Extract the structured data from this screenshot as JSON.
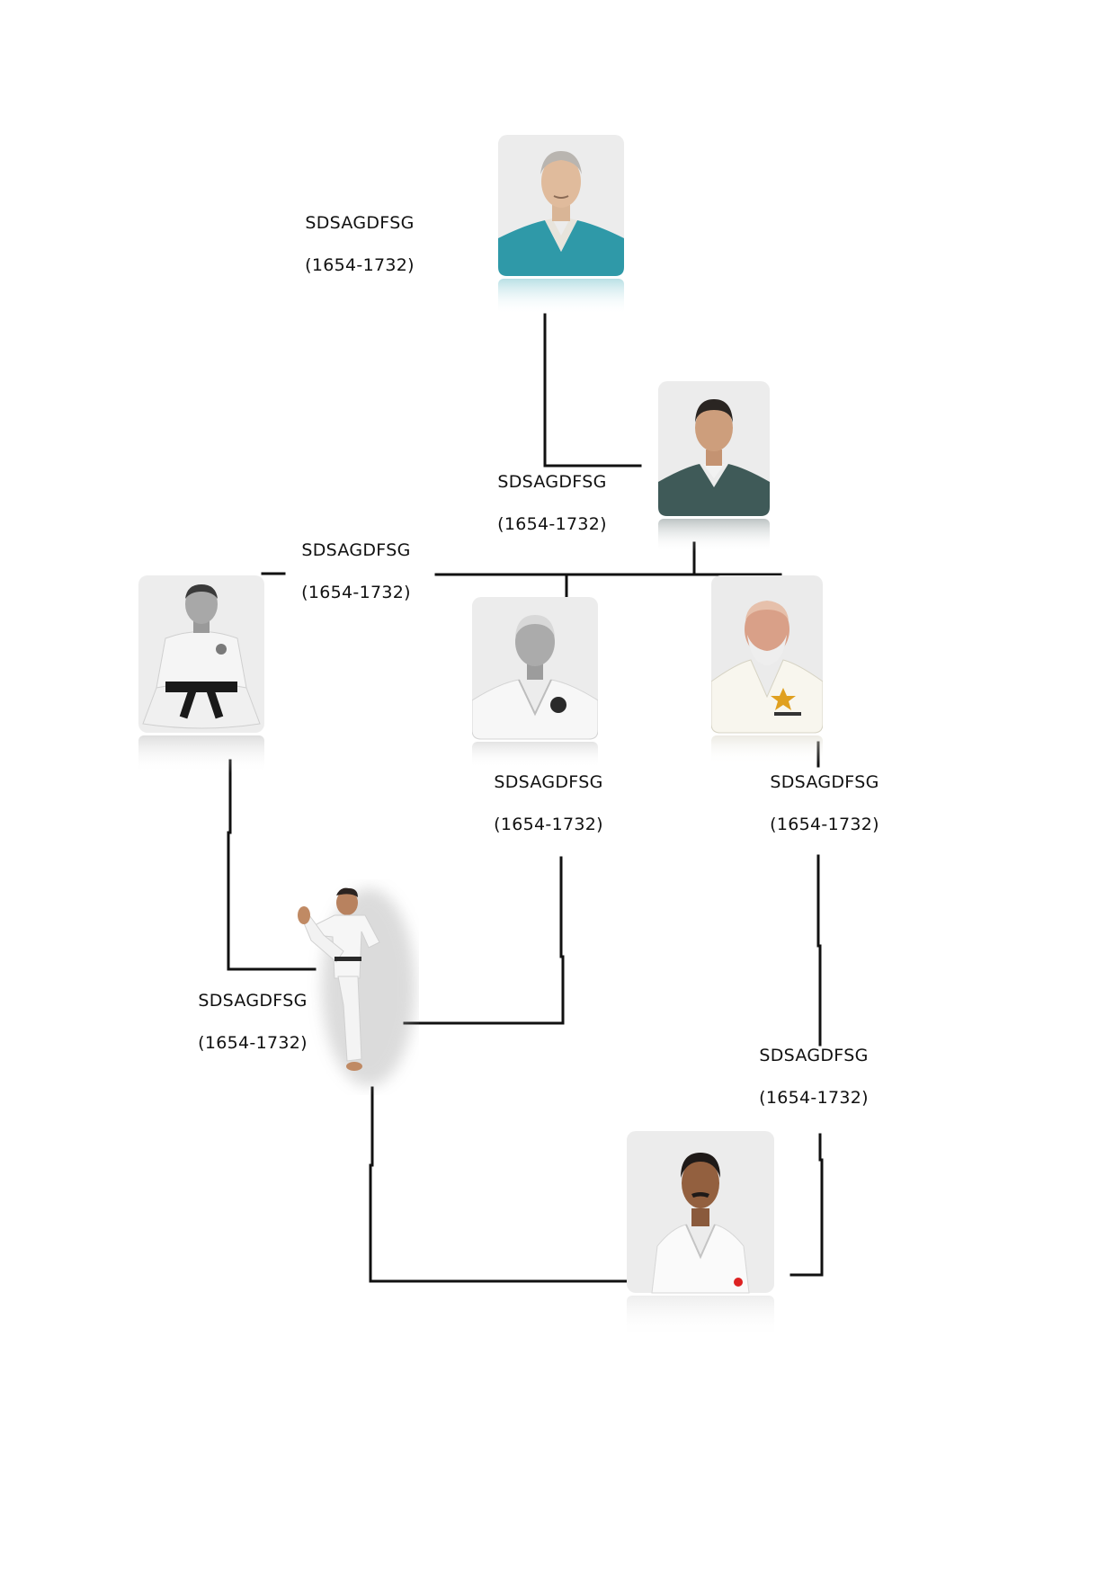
{
  "diagram": {
    "people": [
      {
        "id": "p1",
        "name": "SDSAGDFSG",
        "years": "(1654-1732)",
        "photo": "elder-teal-robe-portrait"
      },
      {
        "id": "p2",
        "name": "SDSAGDFSG",
        "years": "(1654-1732)",
        "photo": "man-dark-kimono-portrait"
      },
      {
        "id": "p3",
        "name": "SDSAGDFSG",
        "years": "(1654-1732)",
        "photo": "seated-black-belt-master-bw"
      },
      {
        "id": "p4",
        "name": "SDSAGDFSG",
        "years": "(1654-1732)",
        "photo": "elder-white-gi-bw"
      },
      {
        "id": "p5",
        "name": "SDSAGDFSG",
        "years": "(1654-1732)",
        "photo": "bearded-elder-white-gi"
      },
      {
        "id": "p6",
        "name": "SDSAGDFSG",
        "years": "(1654-1732)",
        "photo": "karateka-front-kick"
      },
      {
        "id": "p7",
        "name": "SDSAGDFSG",
        "years": "(1654-1732)",
        "photo": "man-mustache-white-gi"
      }
    ]
  }
}
